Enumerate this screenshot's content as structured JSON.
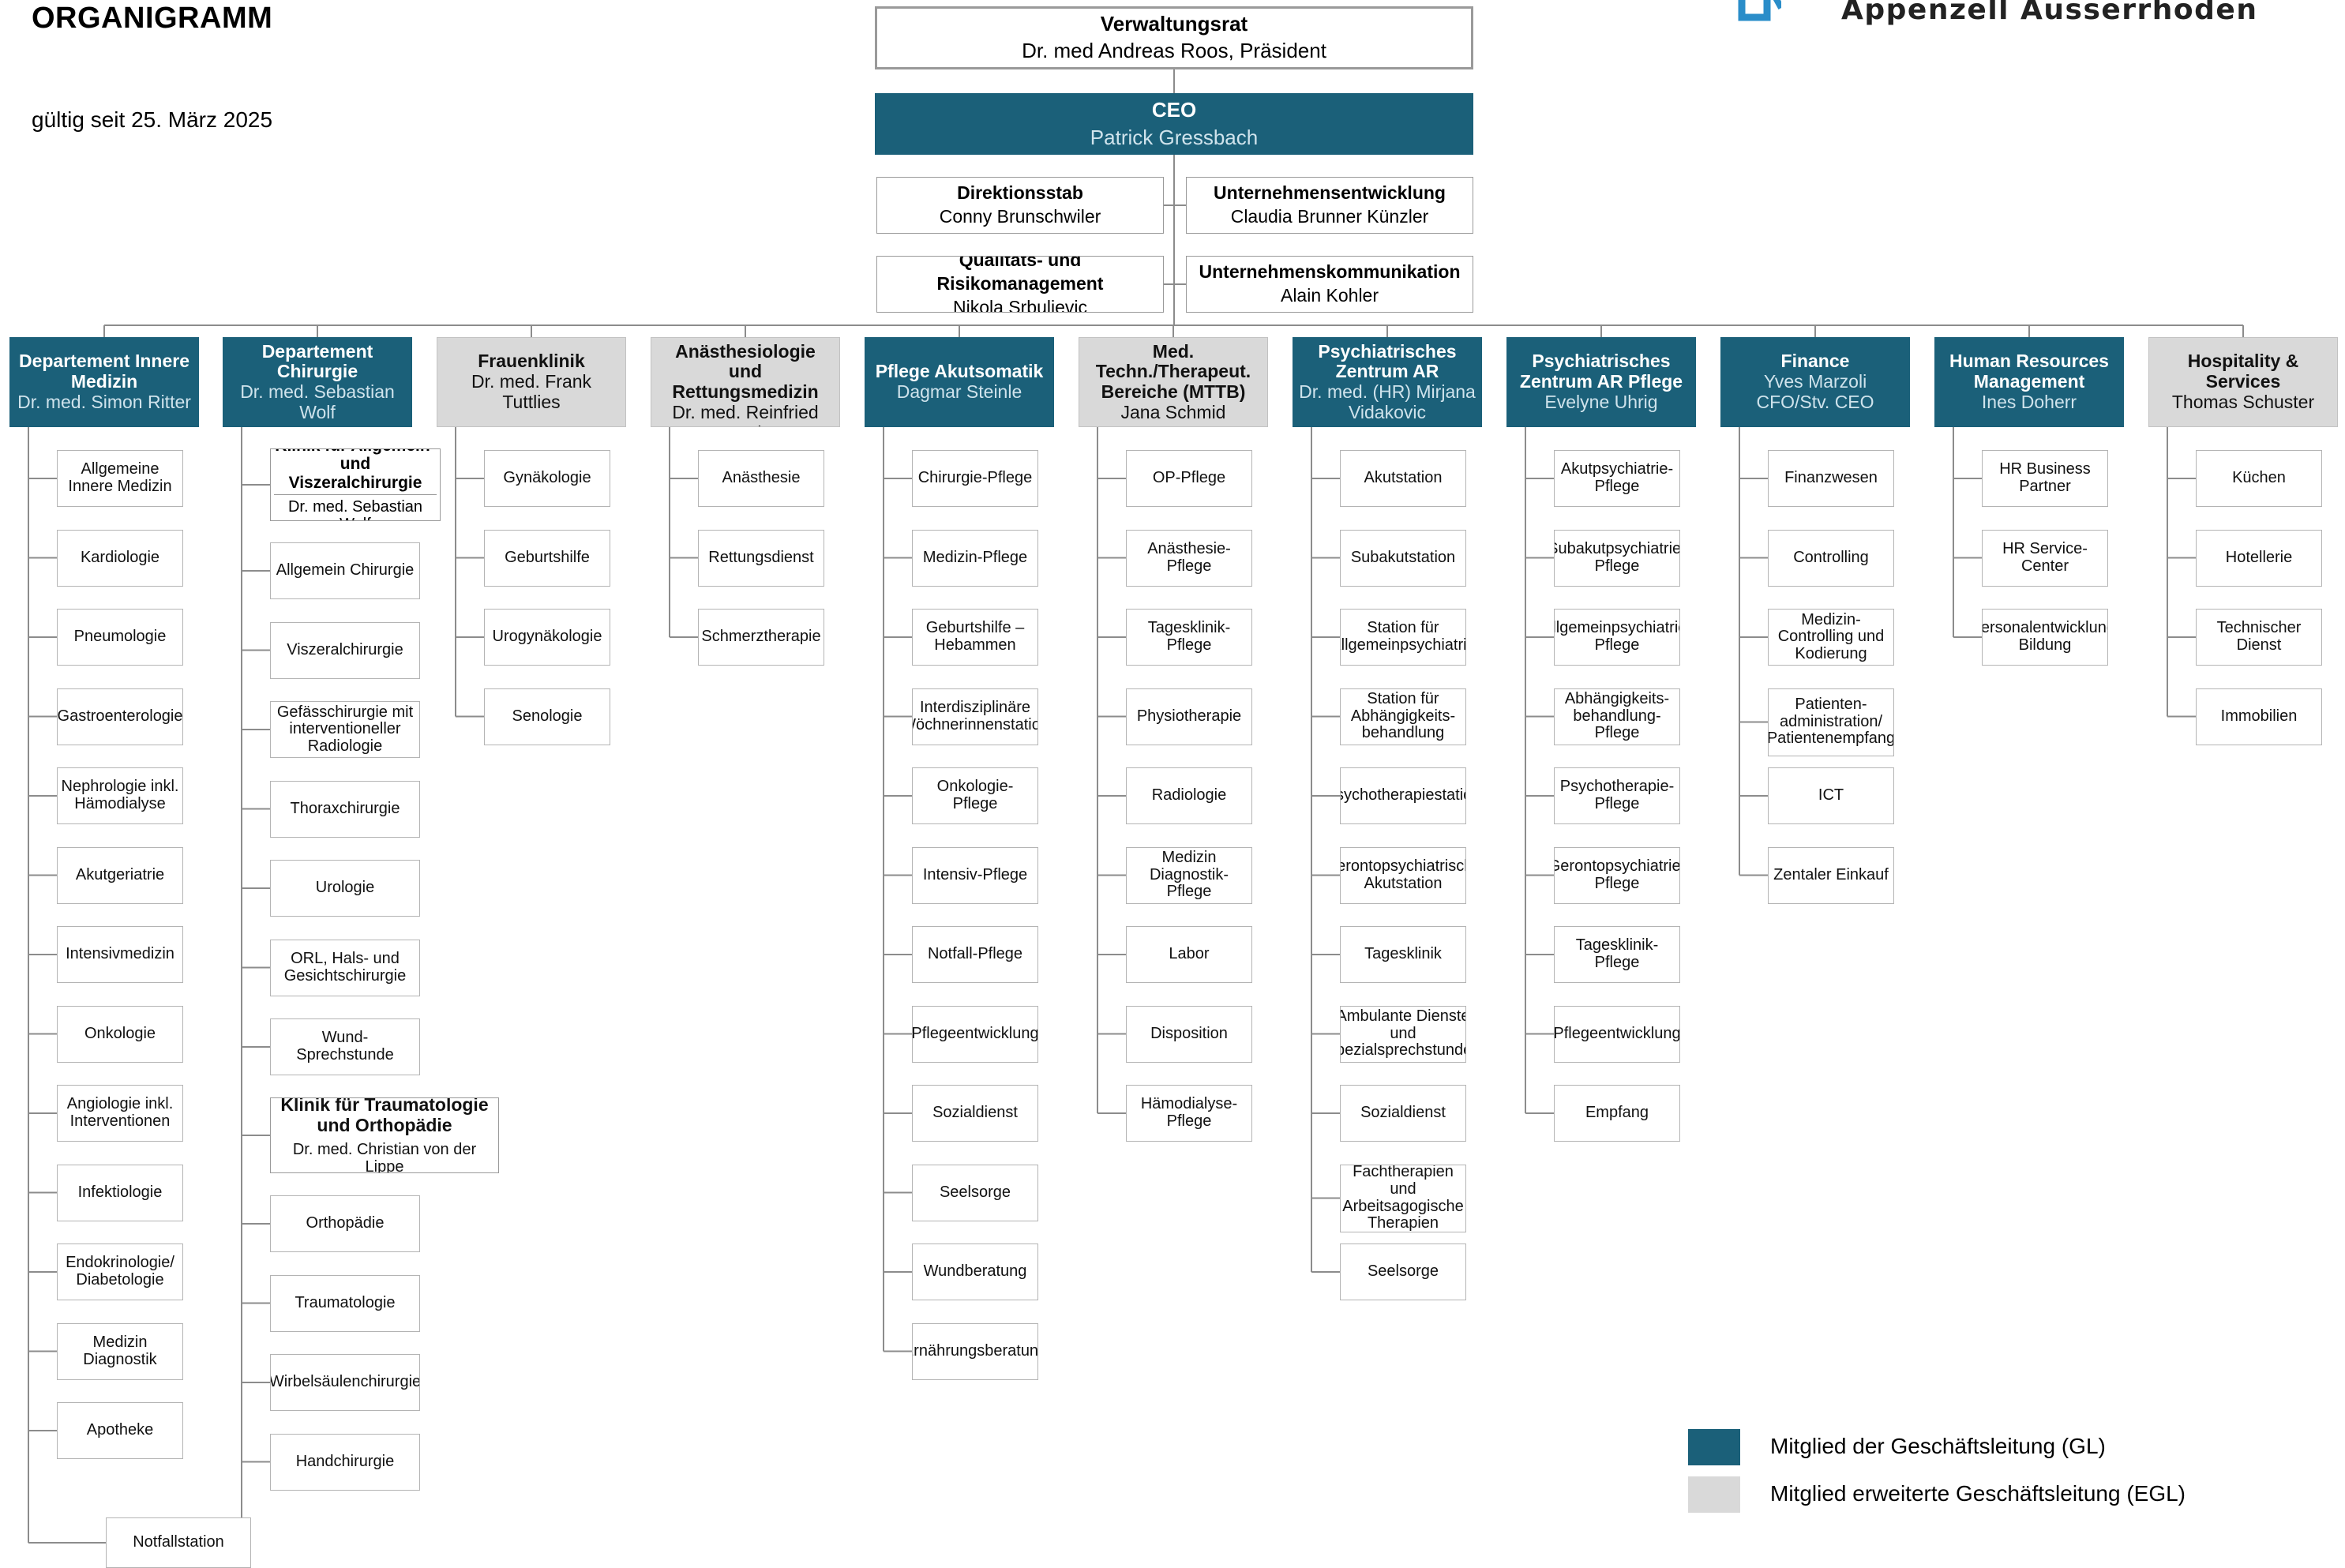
{
  "header": {
    "title": "ORGANIGRAMM",
    "valid_since": "gültig seit 25. März 2025",
    "logo_text": "Appenzell Ausserrhoden"
  },
  "colors": {
    "gl": "#1b6079",
    "egl": "#d9d9d9",
    "line": "#8c8c8c"
  },
  "top": {
    "board": {
      "title": "Verwaltungsrat",
      "name": "Dr. med Andreas Roos, Präsident"
    },
    "ceo": {
      "title": "CEO",
      "name": "Patrick Gressbach"
    },
    "staff": [
      {
        "title": "Direktionsstab",
        "name": "Conny Brunschwiler"
      },
      {
        "title": "Unternehmensentwicklung",
        "name": "Claudia Brunner Künzler"
      },
      {
        "title": "Qualitäts- und Risikomanagement",
        "name": "Nikola Srbuljevic"
      },
      {
        "title": "Unternehmenskommunikation",
        "name": "Alain Kohler"
      }
    ]
  },
  "departments": [
    {
      "title": "Departement Innere Medizin",
      "name": "Dr. med. Simon Ritter",
      "level": "gl",
      "units": [
        "Allgemeine Innere Medizin",
        "Kardiologie",
        "Pneumologie",
        "Gastroenterologie",
        "Nephrologie inkl. Hämodialyse",
        "Akutgeriatrie",
        "Intensivmedizin",
        "Onkologie",
        "Angiologie inkl. Interventionen",
        "Infektiologie",
        "Endokrinologie/ Diabetologie",
        "Medizin Diagnostik",
        "Apotheke",
        "Notfallstation"
      ]
    },
    {
      "title": "Departement Chirurgie",
      "name": "Dr. med. Sebastian Wolf",
      "level": "gl",
      "clinic_a": {
        "title": "Klinik für Allgemein- und Viszeralchirurgie",
        "name": "Dr. med. Sebastian Wolf"
      },
      "units_a": [
        "Allgemein Chirurgie",
        "Viszeralchirurgie",
        "Gefässchirurgie mit interventioneller Radiologie",
        "Thoraxchirurgie",
        "Urologie",
        "ORL, Hals- und Gesichtschirurgie",
        "Wund-Sprechstunde"
      ],
      "clinic_b": {
        "title": "Klinik für Traumatologie und Orthopädie",
        "name": "Dr. med. Christian von der Lippe"
      },
      "units_b": [
        "Orthopädie",
        "Traumatologie",
        "Wirbelsäulenchirurgie",
        "Handchirurgie"
      ]
    },
    {
      "title": "Frauenklinik",
      "name": "Dr. med. Frank Tuttlies",
      "level": "egl",
      "units": [
        "Gynäkologie",
        "Geburtshilfe",
        "Urogynäkologie",
        "Senologie"
      ]
    },
    {
      "title": "Klinik für Anästhesiologie und Rettungsmedizin",
      "name": "Dr. med. Reinfried Brei",
      "level": "egl",
      "units": [
        "Anästhesie",
        "Rettungsdienst",
        "Schmerztherapie"
      ]
    },
    {
      "title": "Pflege Akutsomatik",
      "name": "Dagmar Steinle",
      "level": "gl",
      "units": [
        "Chirurgie-Pflege",
        "Medizin-Pflege",
        "Geburtshilfe – Hebammen",
        "Interdisziplinäre Wöchnerinnenstation",
        "Onkologie-Pflege",
        "Intensiv-Pflege",
        "Notfall-Pflege",
        "Pflegeentwicklung",
        "Sozialdienst",
        "Seelsorge",
        "Wundberatung",
        "Ernährungsberatung"
      ]
    },
    {
      "title": "Med. Techn./Therapeut. Bereiche (MTTB)",
      "name": "Jana Schmid",
      "level": "egl",
      "units": [
        "OP-Pflege",
        "Anästhesie-Pflege",
        "Tagesklinik-Pflege",
        "Physiotherapie",
        "Radiologie",
        "Medizin Diagnostik-Pflege",
        "Labor",
        "Disposition",
        "Hämodialyse-Pflege"
      ]
    },
    {
      "title": "Psychiatrisches Zentrum AR",
      "name": "Dr. med. (HR) Mirjana Vidakovic",
      "level": "gl",
      "units": [
        "Akutstation",
        "Subakutstation",
        "Station für Allgemeinpsychiatrie",
        "Station für Abhängigkeits-behandlung",
        "Psychotherapiestation",
        "Gerontopsychiatrische Akutstation",
        "Tagesklinik",
        "Ambulante Dienste und Spezialsprechstunden",
        "Sozialdienst",
        "Fachtherapien und Arbeitsagogische Therapien",
        "Seelsorge"
      ]
    },
    {
      "title": "Psychiatrisches Zentrum AR Pflege",
      "name": "Evelyne Uhrig",
      "level": "gl",
      "units": [
        "Akutpsychiatrie-Pflege",
        "Subakutpsychiatrie-Pflege",
        "Allgemeinpsychiatrie-Pflege",
        "Abhängigkeits-behandlung-Pflege",
        "Psychotherapie-Pflege",
        "Gerontopsychiatrie-Pflege",
        "Tagesklinik-Pflege",
        "Pflegeentwicklung",
        "Empfang"
      ]
    },
    {
      "title": "Finance",
      "name": "Yves Marzoli",
      "name2": "CFO/Stv. CEO",
      "level": "gl",
      "units": [
        "Finanzwesen",
        "Controlling",
        "Medizin-Controlling und Kodierung",
        "Patienten-administration/ Patientenempfang",
        "ICT",
        "Zentaler Einkauf"
      ]
    },
    {
      "title": "Human Resources Management",
      "name": "Ines Doherr",
      "level": "gl",
      "units": [
        "HR Business Partner",
        "HR Service-Center",
        "Personalentwicklung/ Bildung"
      ]
    },
    {
      "title": "Hospitality & Services",
      "name": "Thomas Schuster",
      "level": "egl",
      "units": [
        "Küchen",
        "Hotellerie",
        "Technischer Dienst",
        "Immobilien"
      ]
    }
  ],
  "legend": [
    {
      "label": "Mitglied der Geschäftsleitung (GL)",
      "color": "#1b6079"
    },
    {
      "label": "Mitglied erweiterte Geschäftsleitung (EGL)",
      "color": "#d9d9d9"
    }
  ]
}
